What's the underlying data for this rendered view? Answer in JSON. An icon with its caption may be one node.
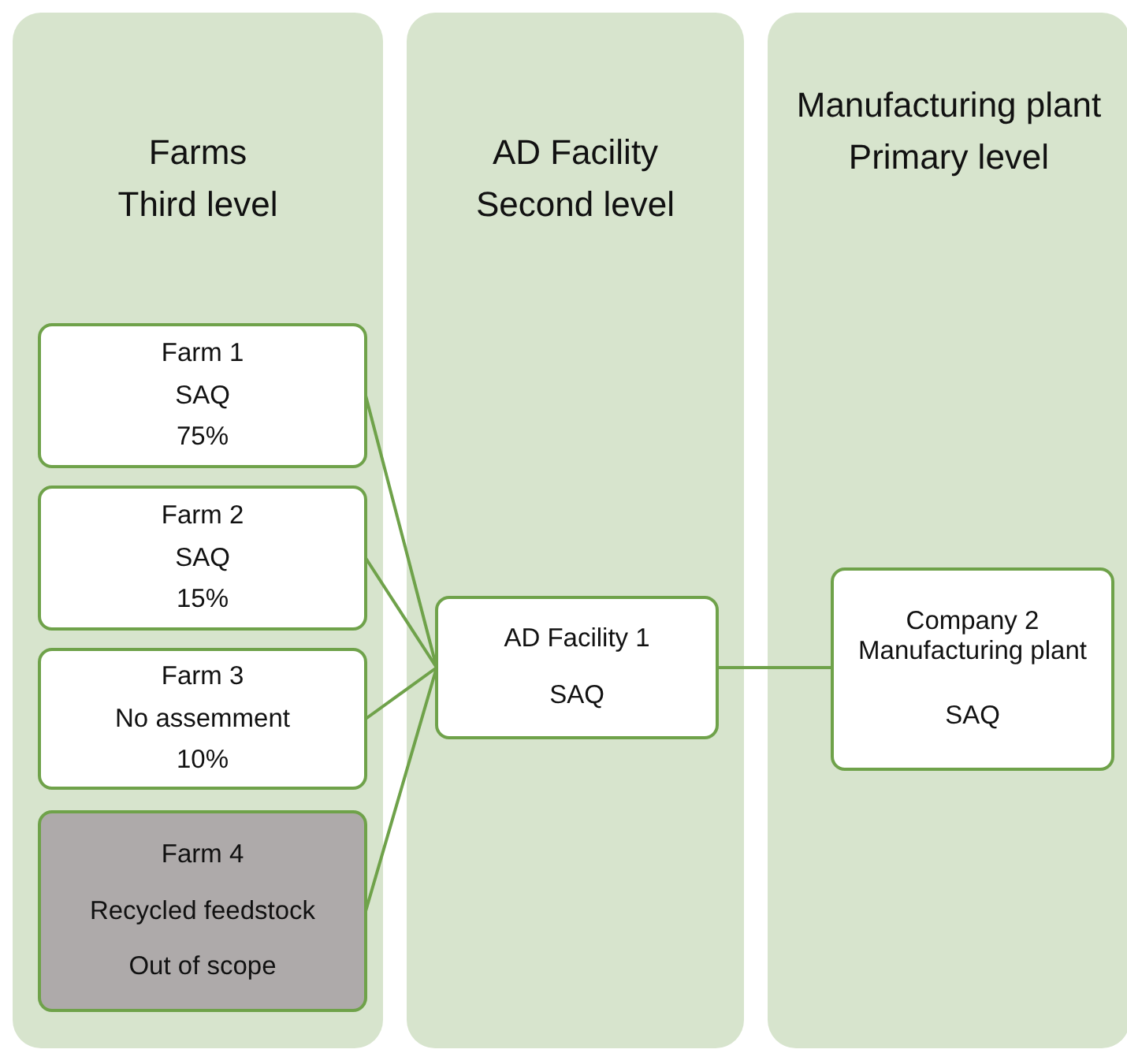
{
  "diagram": {
    "nodes": [
      {
        "text": [
          "Farms",
          "Third level"
        ]
      },
      {
        "text": [
          "AD Facility",
          "Second level"
        ]
      },
      {
        "text": [
          "Manufacturing plant",
          "Primary level"
        ]
      },
      {
        "text": [
          "Farm 1",
          "SAQ",
          "75%"
        ],
        "in": 0
      },
      {
        "text": [
          "Farm 2",
          "SAQ",
          "15%"
        ],
        "in": 0
      },
      {
        "text": [
          "Farm 3",
          "No assemment",
          "10%"
        ],
        "in": 0
      },
      {
        "text": [
          "Farm 4",
          "Recycled feedstock",
          "Out of scope"
        ],
        "in": 0
      },
      {
        "text": [
          "AD Facility 1",
          "SAQ"
        ],
        "in": 1
      },
      {
        "text": [
          "Company 2 Manufacturing plant",
          "SAQ"
        ],
        "in": 2
      }
    ],
    "edges": [
      {
        "from": 3,
        "to": 7,
        "arrow": "none"
      },
      {
        "from": 4,
        "to": 7,
        "arrow": "none"
      },
      {
        "from": 5,
        "to": 7,
        "arrow": "none"
      },
      {
        "from": 6,
        "to": 7,
        "arrow": "none"
      },
      {
        "from": 7,
        "to": 8,
        "arrow": "none"
      }
    ]
  }
}
